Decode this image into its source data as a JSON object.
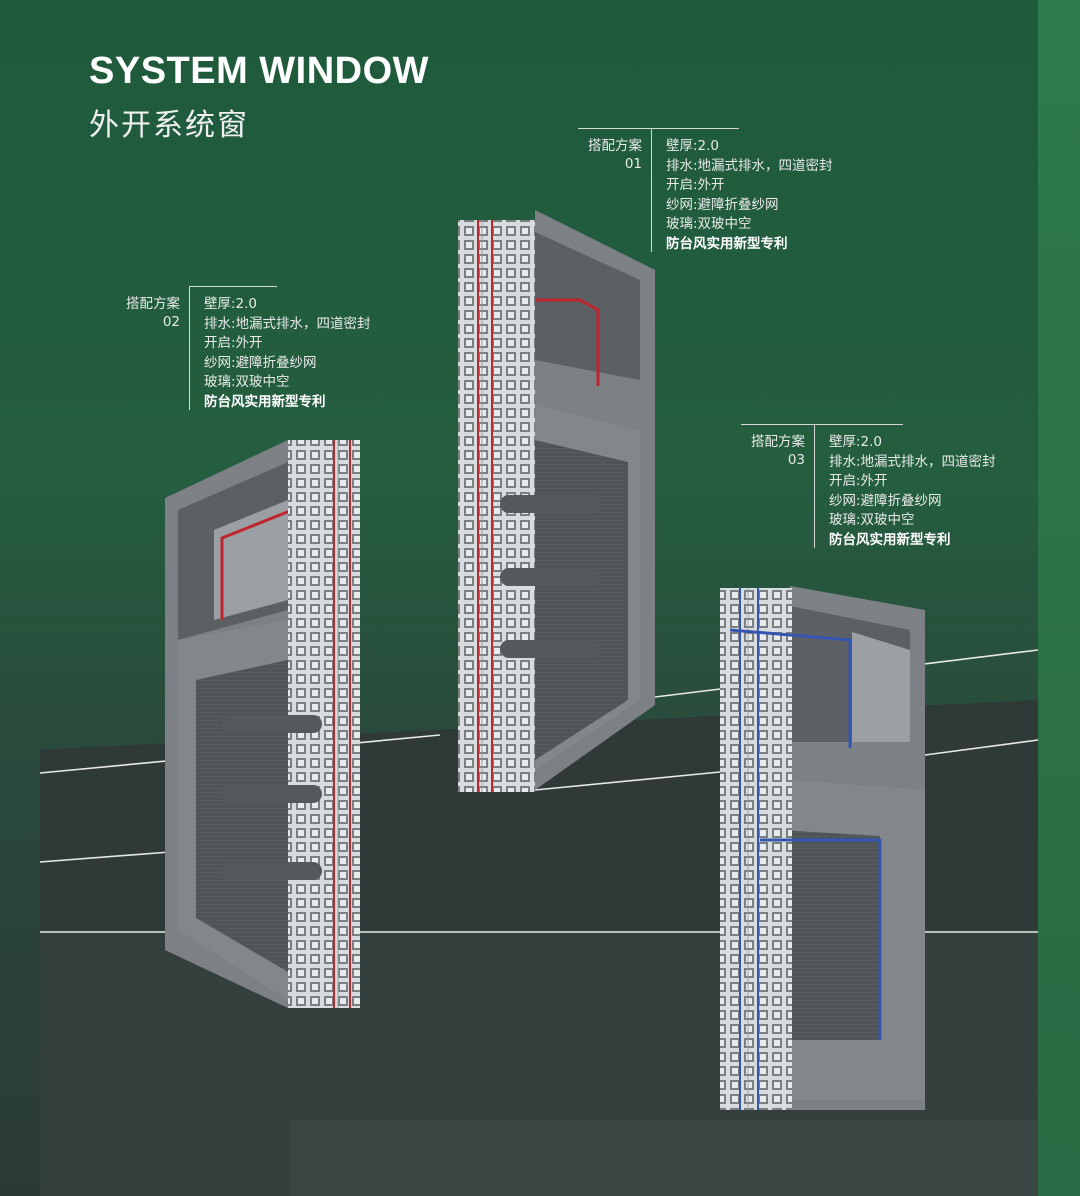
{
  "header": {
    "title": "SYSTEM WINDOW",
    "subtitle": "外开系统窗"
  },
  "schemes": [
    {
      "label": "搭配方案",
      "number": "01",
      "specs": [
        "壁厚:2.0",
        "排水:地漏式排水，四道密封",
        "开启:外开",
        "纱网:避障折叠纱网",
        "玻璃:双玻中空"
      ],
      "highlight": "防台风实用新型专利"
    },
    {
      "label": "搭配方案",
      "number": "02",
      "specs": [
        "壁厚:2.0",
        "排水:地漏式排水，四道密封",
        "开启:外开",
        "纱网:避障折叠纱网",
        "玻璃:双玻中空"
      ],
      "highlight": "防台风实用新型专利"
    },
    {
      "label": "搭配方案",
      "number": "03",
      "specs": [
        "壁厚:2.0",
        "排水:地漏式排水，四道密封",
        "开启:外开",
        "纱网:避障折叠纱网",
        "玻璃:双玻中空"
      ],
      "highlight": "防台风实用新型专利"
    }
  ],
  "colors": {
    "background": "#245e3f",
    "floor": "#2f3a38",
    "frame": "#8e9194",
    "gasket_red": "#c0262d",
    "gasket_blue": "#3456b0"
  },
  "icons": [
    "window-section-01",
    "window-section-02",
    "window-section-03"
  ]
}
